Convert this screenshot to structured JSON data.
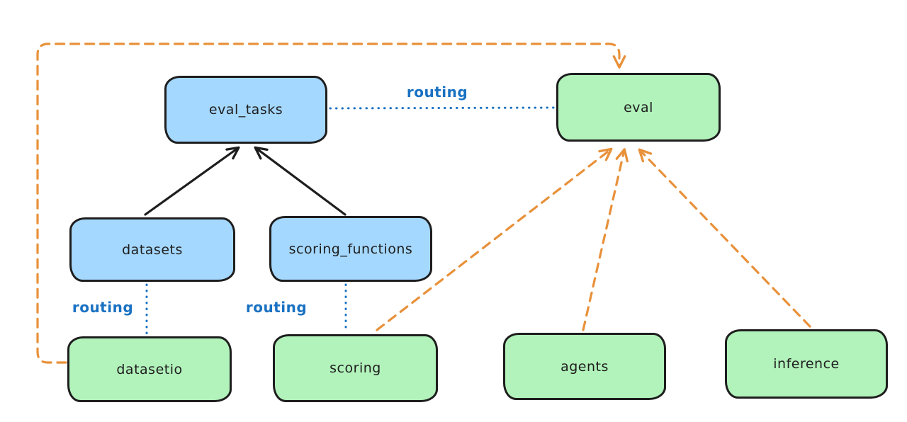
{
  "diagram": {
    "colors": {
      "api_fill_blue": "#a5d8ff",
      "provider_fill_green": "#b2f2bb",
      "stroke_black": "#1e1e1e",
      "routing_blue": "#1971c2",
      "provider_arrow_orange": "#e8913a"
    },
    "nodes": [
      {
        "id": "eval_tasks",
        "label": "eval_tasks",
        "fill": "blue"
      },
      {
        "id": "eval",
        "label": "eval",
        "fill": "green"
      },
      {
        "id": "datasets",
        "label": "datasets",
        "fill": "blue"
      },
      {
        "id": "scoring_functions",
        "label": "scoring_functions",
        "fill": "blue"
      },
      {
        "id": "datasetio",
        "label": "datasetio",
        "fill": "green"
      },
      {
        "id": "scoring",
        "label": "scoring",
        "fill": "green"
      },
      {
        "id": "agents",
        "label": "agents",
        "fill": "green"
      },
      {
        "id": "inference",
        "label": "inference",
        "fill": "green"
      }
    ],
    "edges": [
      {
        "from": "datasets",
        "to": "eval_tasks",
        "style": "solid-black-arrow",
        "label": ""
      },
      {
        "from": "scoring_functions",
        "to": "eval_tasks",
        "style": "solid-black-arrow",
        "label": ""
      },
      {
        "from": "eval_tasks",
        "to": "eval",
        "style": "dotted-blue",
        "label": "routing"
      },
      {
        "from": "datasets",
        "to": "datasetio",
        "style": "dotted-blue",
        "label": "routing"
      },
      {
        "from": "scoring_functions",
        "to": "scoring",
        "style": "dotted-blue",
        "label": "routing"
      },
      {
        "from": "datasetio",
        "to": "eval",
        "style": "dashed-orange-arrow",
        "label": ""
      },
      {
        "from": "scoring",
        "to": "eval",
        "style": "dashed-orange-arrow",
        "label": ""
      },
      {
        "from": "agents",
        "to": "eval",
        "style": "dashed-orange-arrow",
        "label": ""
      },
      {
        "from": "inference",
        "to": "eval",
        "style": "dashed-orange-arrow",
        "label": ""
      }
    ],
    "routing_labels": [
      "routing",
      "routing",
      "routing"
    ]
  }
}
